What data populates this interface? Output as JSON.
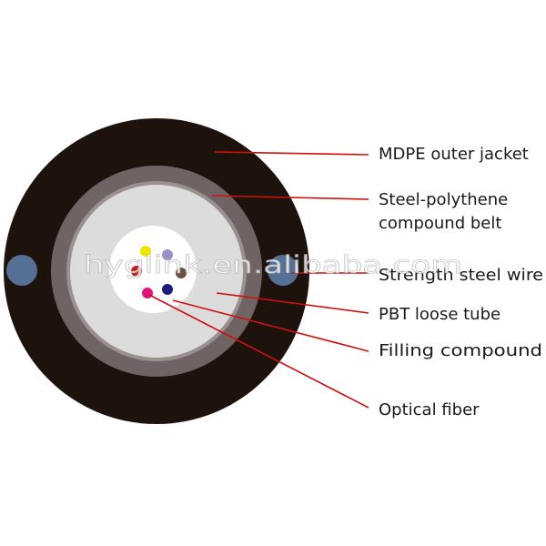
{
  "labels": {
    "outer_jacket": "MDPE outer jacket",
    "belt_line1": "Steel-polythene",
    "belt_line2": "compound belt",
    "strength_wire": "Strength steel wire",
    "loose_tube": "PBT loose tube",
    "filling": "Filling compound",
    "fiber": "Optical fiber"
  },
  "watermark": "hyglink.en.alibaba.com",
  "colors": {
    "jacket": "#1e120d",
    "belt": "#6f6463",
    "belt_ring": "#9a9090",
    "tube": "#dcdcdc",
    "filling": "#ffffff",
    "steel_wire": "#566f94",
    "leader": "#cc1111",
    "fiber_yellow": "#f2e300",
    "fiber_violet": "#9c8fc6",
    "fiber_red": "#c21a1a",
    "fiber_brown": "#6a4f45",
    "fiber_magenta": "#e0147a",
    "fiber_blue": "#1c1c7e"
  }
}
